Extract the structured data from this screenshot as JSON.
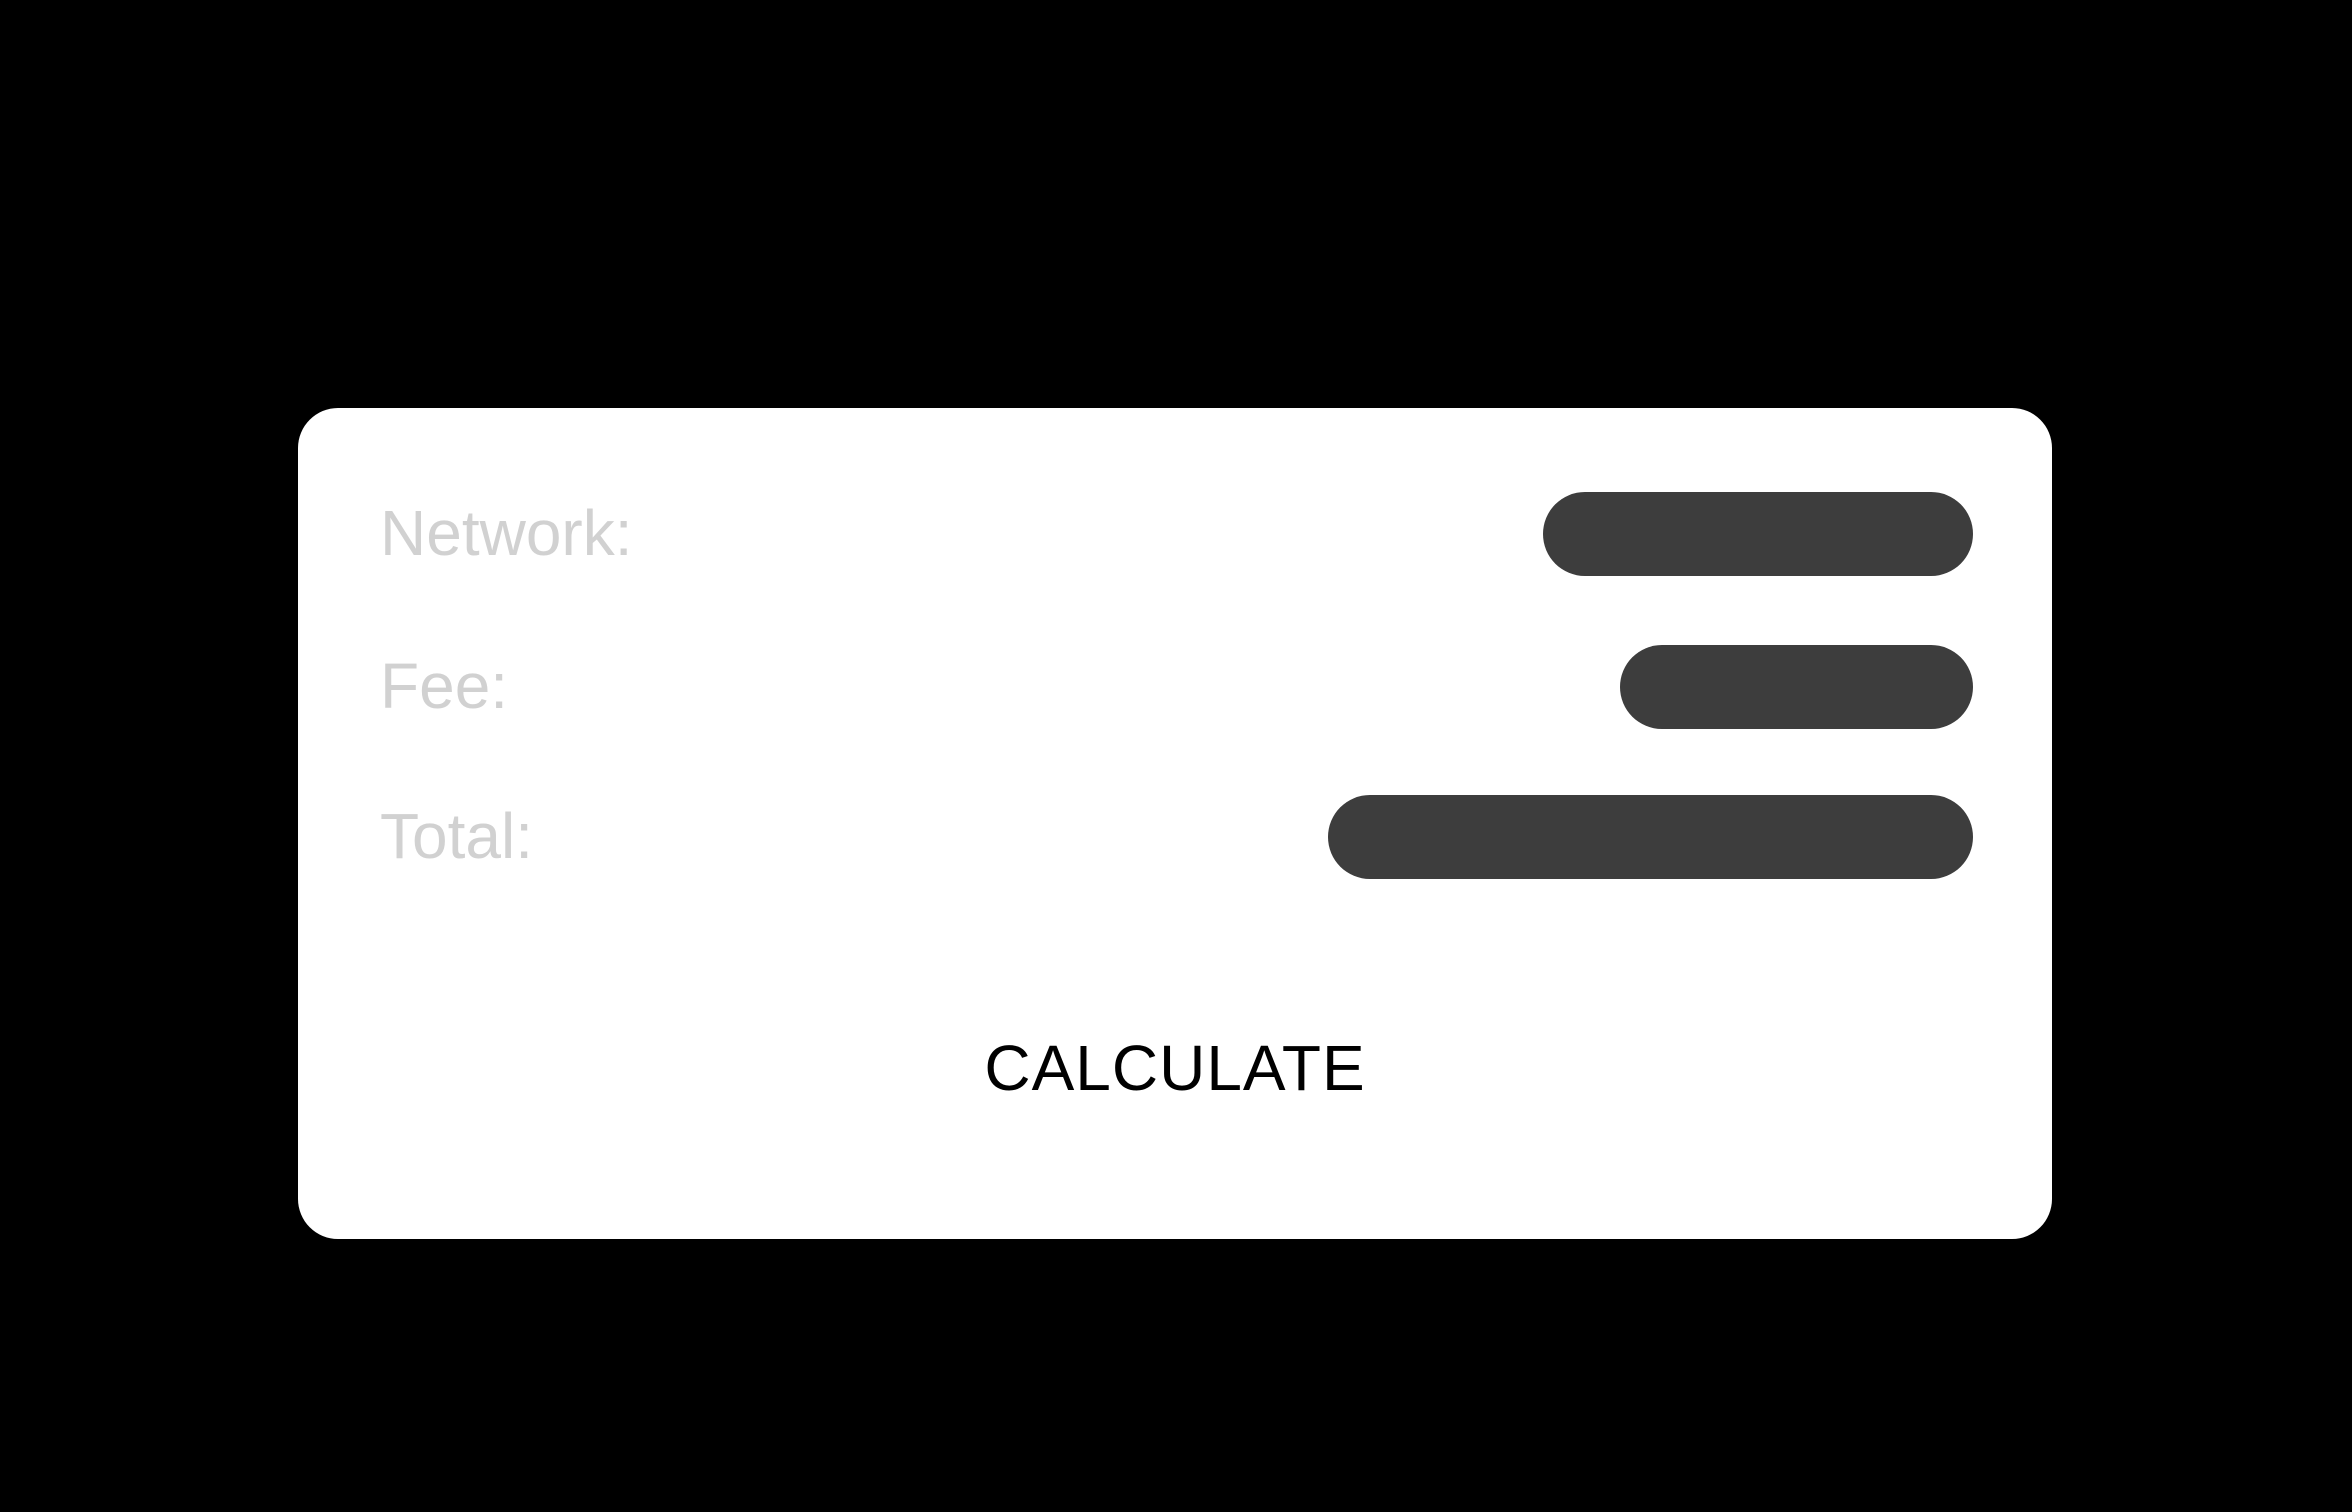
{
  "screen": {
    "background_color": "#000000"
  },
  "card": {
    "background_color": "#ffffff",
    "label_color": "#d1d1d1",
    "placeholder_color": "#3d3d3d",
    "rows": [
      {
        "label": "Network:"
      },
      {
        "label": "Fee:"
      },
      {
        "label": "Total:"
      }
    ],
    "calculate_button": {
      "label": "CALCULATE",
      "text_color": "#000000"
    }
  }
}
